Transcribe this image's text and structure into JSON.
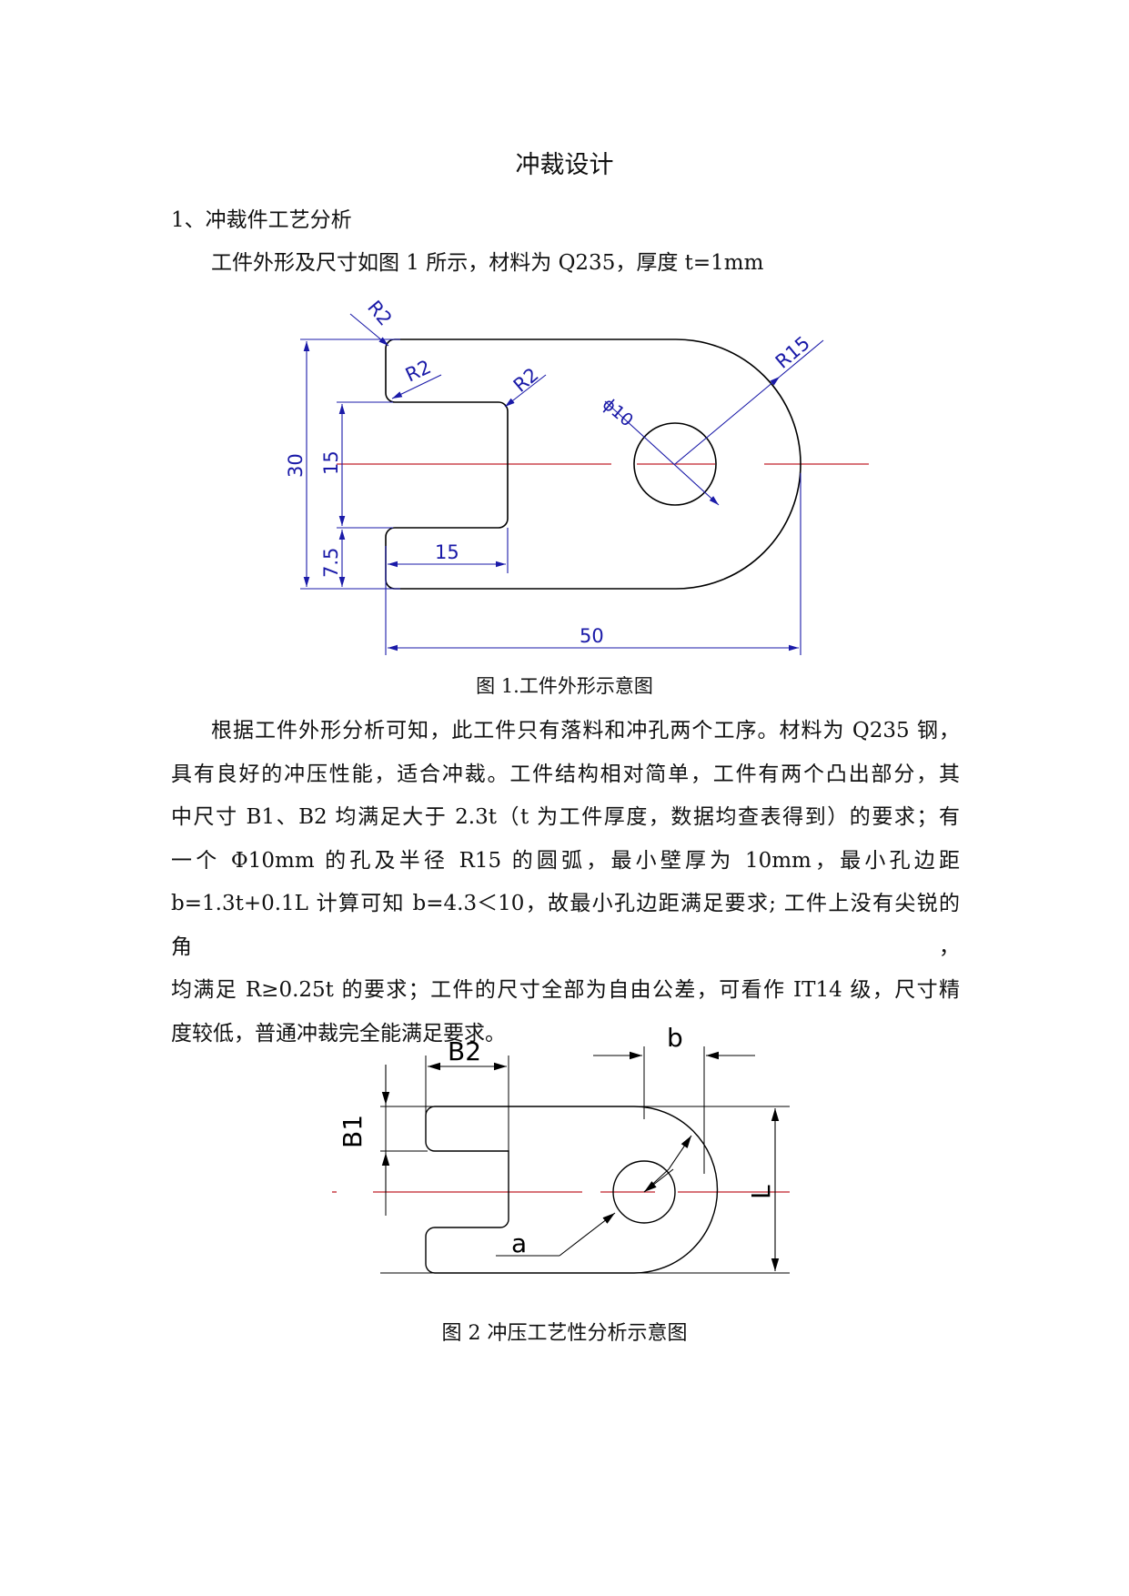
{
  "document": {
    "title": "冲裁设计",
    "section_heading": "1、冲裁件工艺分析",
    "intro": "工件外形及尺寸如图 1 所示，材料为 Q235，厚度 t=1mm",
    "figure1": {
      "caption": "图 1.工件外形示意图",
      "dims": {
        "r2_top": "R2",
        "r2_inner": "R2",
        "r2_slot": "R2",
        "r15": "R15",
        "phi10": "ϕ10",
        "h30": "30",
        "h15": "15",
        "h75": "7.5",
        "w15": "15",
        "w50": "50"
      }
    },
    "paragraph": [
      "根据工件外形分析可知，此工件只有落料和冲孔两个工序。材料为 Q235 钢，",
      "具有良好的冲压性能，适合冲裁。工件结构相对简单，工件有两个凸出部分，其",
      "中尺寸 B1、B2 均满足大于 2.3t（t 为工件厚度，数据均查表得到）的要求；有",
      "一个 Φ10mm 的孔及半径 R15 的圆弧，最小壁厚为 10mm，最小孔边距",
      "b=1.3t+0.1L 计算可知 b=4.3＜10，故最小孔边距满足要求; 工件上没有尖锐的角，",
      "均满足 R≥0.25t 的要求；工件的尺寸全部为自由公差，可看作 IT14 级，尺寸精",
      "度较低，普通冲裁完全能满足要求。"
    ],
    "figure2": {
      "caption": "图 2  冲压工艺性分析示意图",
      "labels": {
        "b2": "B2",
        "b1": "B1",
        "b": "b",
        "l": "L",
        "a": "a"
      }
    }
  }
}
